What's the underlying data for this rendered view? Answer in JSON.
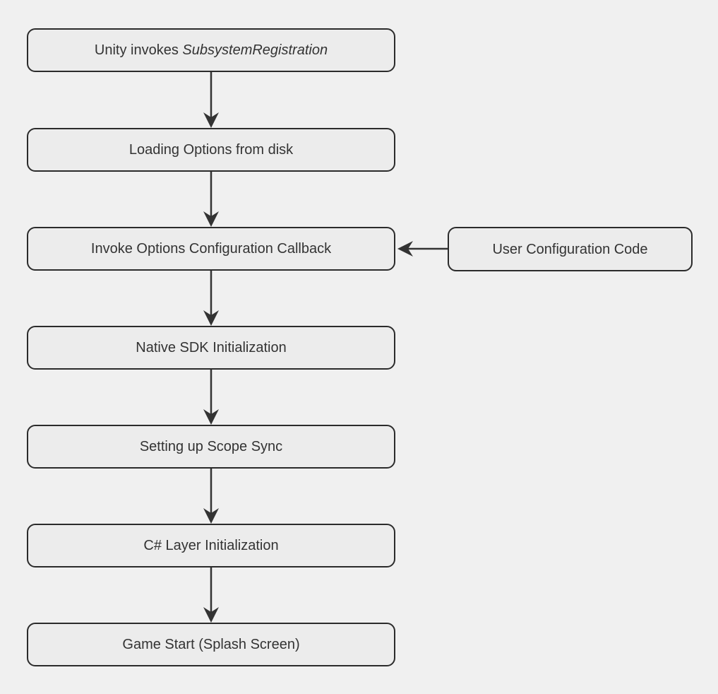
{
  "diagram": {
    "type": "flowchart",
    "direction": "top-down",
    "colors": {
      "background": "#f0f0f0",
      "node_fill": "#ececec",
      "node_border": "#2b2b2b",
      "text": "#333333",
      "arrow": "#333333"
    },
    "nodes": [
      {
        "id": "unity-invokes",
        "label_prefix": "Unity invokes ",
        "label_italic": "SubsystemRegistration"
      },
      {
        "id": "loading-options",
        "label": "Loading Options from disk"
      },
      {
        "id": "invoke-options-callback",
        "label": "Invoke Options Configuration Callback"
      },
      {
        "id": "native-sdk-init",
        "label": "Native SDK Initialization"
      },
      {
        "id": "scope-sync",
        "label": "Setting up Scope Sync"
      },
      {
        "id": "csharp-layer-init",
        "label": "C# Layer Initialization"
      },
      {
        "id": "game-start",
        "label": "Game Start (Splash Screen)"
      },
      {
        "id": "user-configuration-code",
        "label": "User Configuration Code"
      }
    ],
    "edges": [
      {
        "from": "unity-invokes",
        "to": "loading-options",
        "direction": "down"
      },
      {
        "from": "loading-options",
        "to": "invoke-options-callback",
        "direction": "down"
      },
      {
        "from": "user-configuration-code",
        "to": "invoke-options-callback",
        "direction": "left"
      },
      {
        "from": "invoke-options-callback",
        "to": "native-sdk-init",
        "direction": "down"
      },
      {
        "from": "native-sdk-init",
        "to": "scope-sync",
        "direction": "down"
      },
      {
        "from": "scope-sync",
        "to": "csharp-layer-init",
        "direction": "down"
      },
      {
        "from": "csharp-layer-init",
        "to": "game-start",
        "direction": "down"
      }
    ]
  }
}
